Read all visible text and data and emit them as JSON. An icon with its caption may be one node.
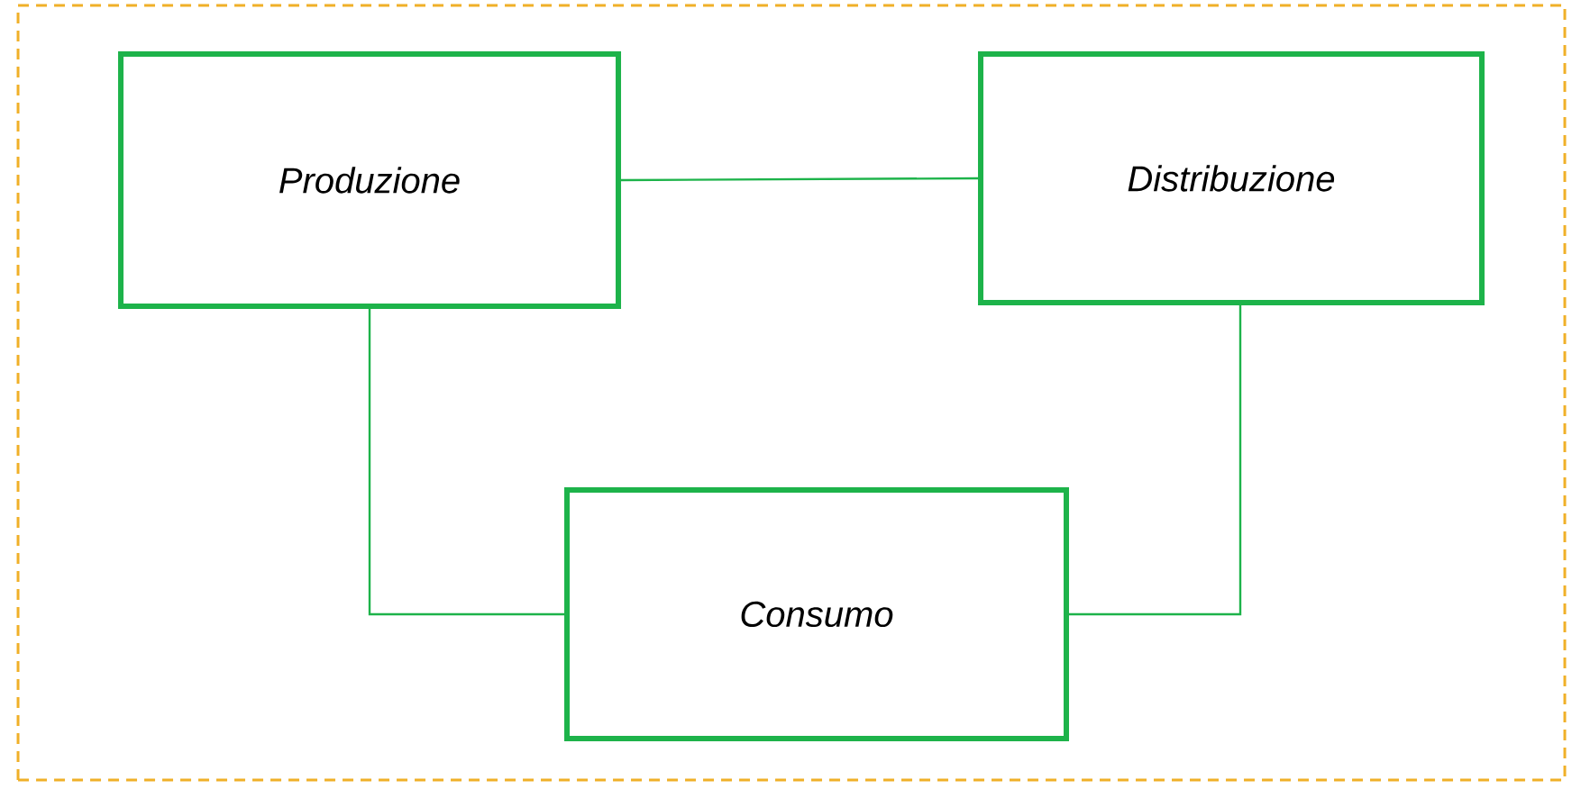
{
  "diagram": {
    "nodes": [
      {
        "text": [
          "*Produzione*"
        ]
      },
      {
        "text": [
          "*Distribuzione*"
        ]
      },
      {
        "text": [
          "*Consumo*"
        ]
      }
    ],
    "edges": [
      {
        "from": 0,
        "to": 1,
        "arrow": "none"
      },
      {
        "from": 0,
        "to": 2,
        "arrow": "none"
      },
      {
        "from": 1,
        "to": 2,
        "arrow": "none"
      }
    ]
  }
}
